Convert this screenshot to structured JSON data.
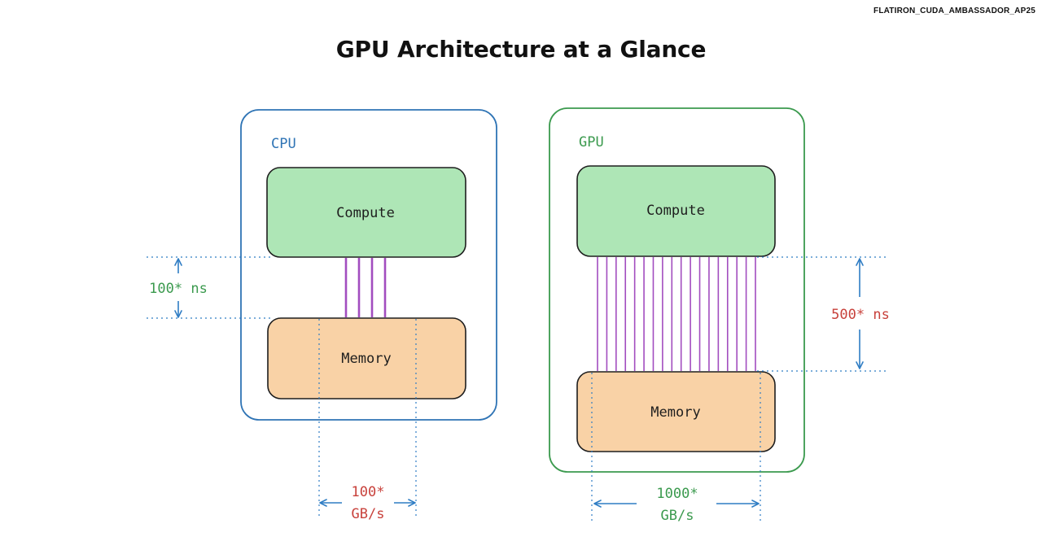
{
  "watermark": "FLATIRON_CUDA_AMBASSADOR_AP25",
  "title": "GPU Architecture at a Glance",
  "colors": {
    "cpu_accent": "#2f74b5",
    "gpu_accent": "#3b9a4e",
    "compute_fill": "#aee6b6",
    "memory_fill": "#f9d2a6",
    "bus": "#a24dbf",
    "latency_red": "#c8413b",
    "dim_arrow": "#2f7dc4"
  },
  "cpu": {
    "label": "CPU",
    "compute_label": "Compute",
    "memory_label": "Memory",
    "bus_lines": 4,
    "latency_value": "100* ns",
    "bandwidth_value": "100*",
    "bandwidth_unit": "GB/s"
  },
  "gpu": {
    "label": "GPU",
    "compute_label": "Compute",
    "memory_label": "Memory",
    "bus_lines": 18,
    "latency_value": "500* ns",
    "bandwidth_value": "1000*",
    "bandwidth_unit": "GB/s"
  }
}
